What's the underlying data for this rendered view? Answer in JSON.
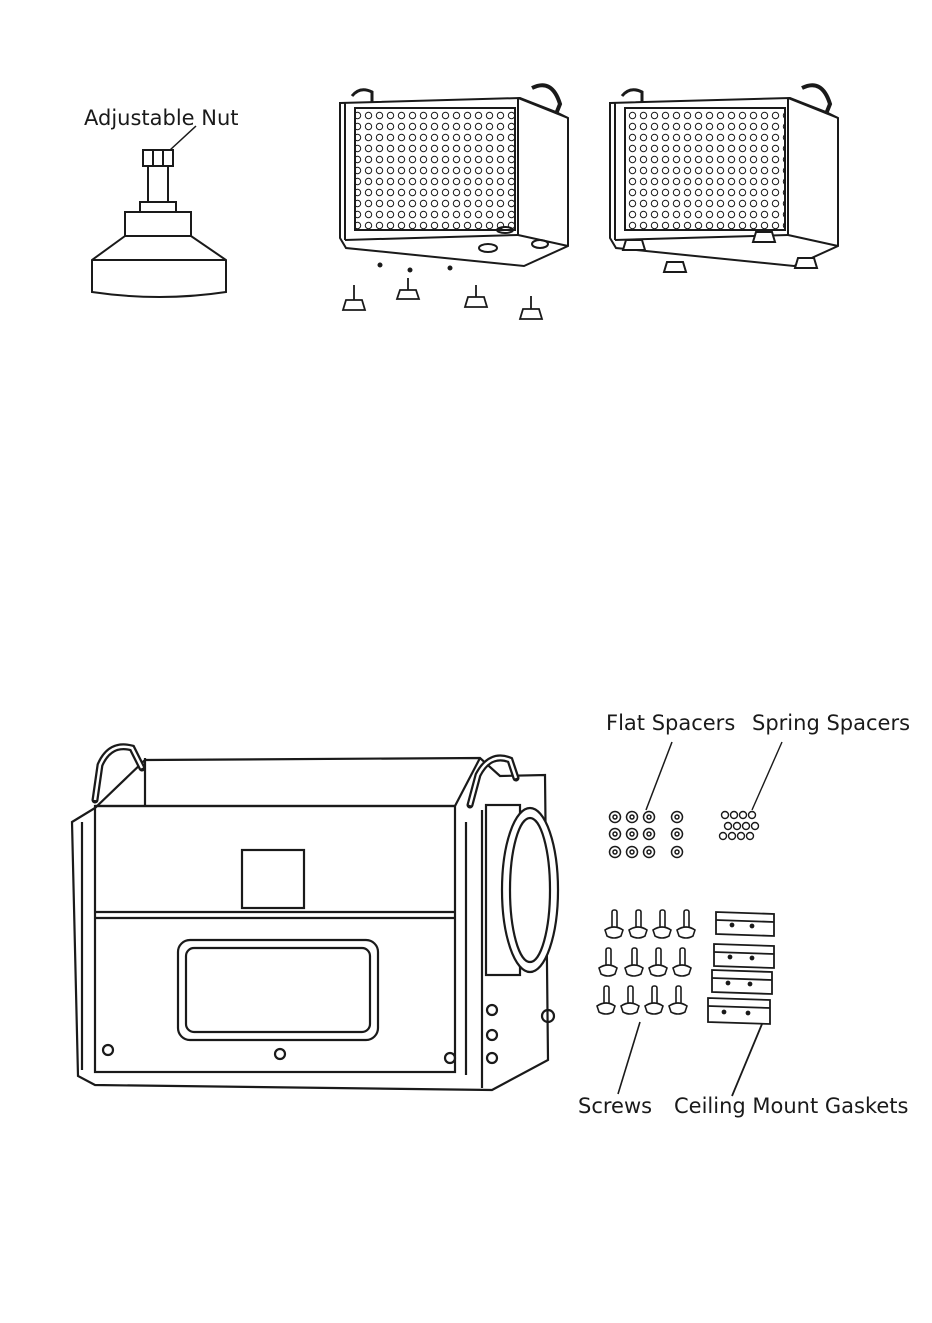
{
  "labels": {
    "adjustable_nut": "Adjustable Nut",
    "flat_spacers": "Flat Spacers",
    "spring_spacers": "Spring Spacers",
    "screws": "Screws",
    "ceiling_mount_gaskets": "Ceiling Mount Gaskets"
  },
  "colors": {
    "line": "#1a1a1a",
    "background": "#ffffff"
  }
}
